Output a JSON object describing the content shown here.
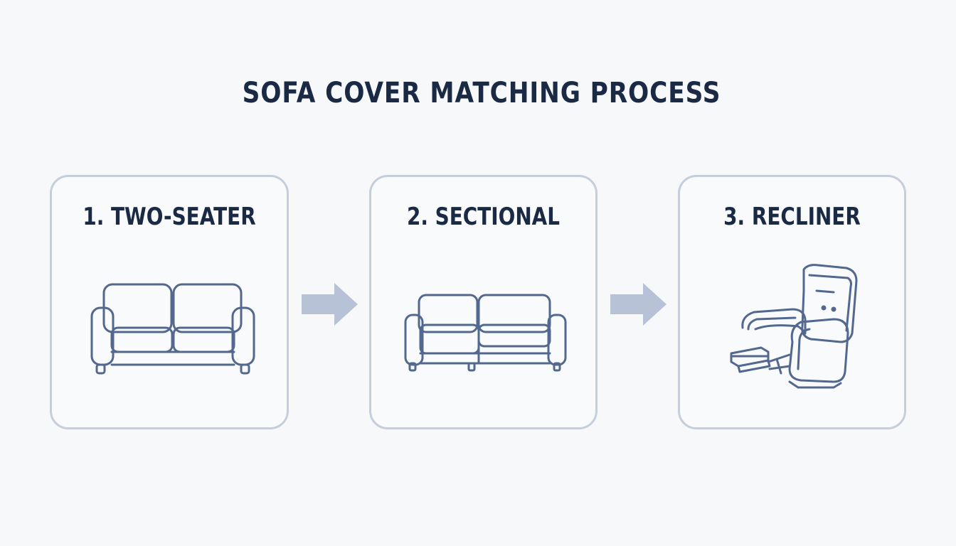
{
  "title": "SOFA COVER MATCHING PROCESS",
  "steps": [
    {
      "label": "1. TWO-SEATER",
      "icon": "two-seater-sofa-icon"
    },
    {
      "label": "2. SECTIONAL",
      "icon": "sectional-sofa-icon"
    },
    {
      "label": "3. RECLINER",
      "icon": "recliner-chair-icon"
    }
  ],
  "colors": {
    "text": "#1b2a44",
    "card_border": "#c5cedd",
    "icon_stroke": "#52688f",
    "arrow": "#b7c2d7",
    "background": "#f7f8fa"
  }
}
